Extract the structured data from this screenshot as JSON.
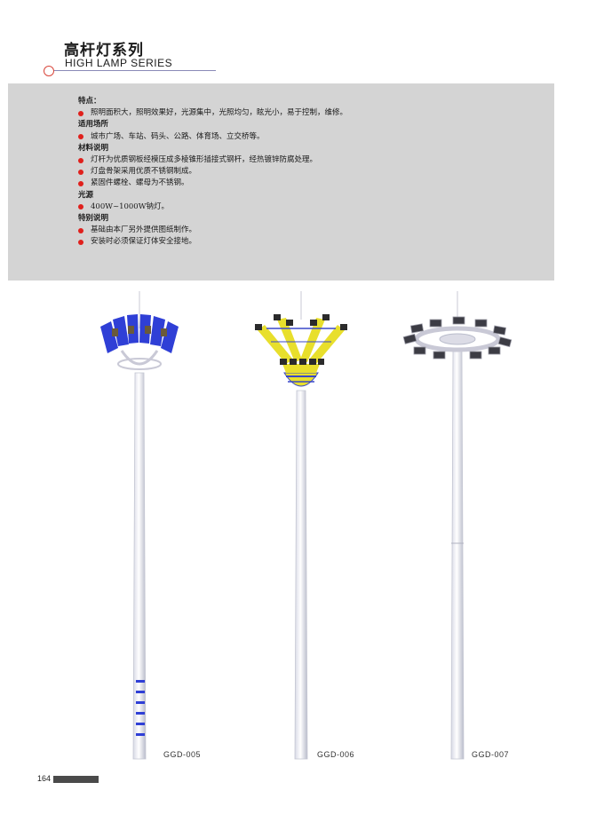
{
  "header": {
    "title_cn": "高杆灯系列",
    "title_en": "HIGH LAMP SERIES"
  },
  "info": {
    "features_title": "特点：",
    "features": [
      "照明面积大，照明效果好，光源集中，光照均匀，眩光小，易于控制，维修。"
    ],
    "applications_title": "适用场所",
    "applications": [
      "城市广场、车站、码头、公路、体育场、立交桥等。"
    ],
    "materials_title": "材料说明",
    "materials": [
      "灯杆为优质钢板经模压成多棱锥形插接式钢杆，经热镀锌防腐处理。",
      "灯盘骨架采用优质不锈钢制成。",
      "紧固件螺栓、螺母为不锈钢。"
    ],
    "light_source_title": "光源",
    "light_source": [
      "400W~1000W钠灯。"
    ],
    "notes_title": "特别说明",
    "notes": [
      "基础由本厂另外提供图纸制作。",
      "安装时必须保证灯体安全接地。"
    ]
  },
  "products": [
    {
      "model": "GGD-005",
      "color": "#2f3fd6"
    },
    {
      "model": "GGD-006",
      "color": "#e8df2c"
    },
    {
      "model": "GGD-007",
      "color": "#c9c9d6"
    }
  ],
  "footer": {
    "page_number": "164"
  }
}
